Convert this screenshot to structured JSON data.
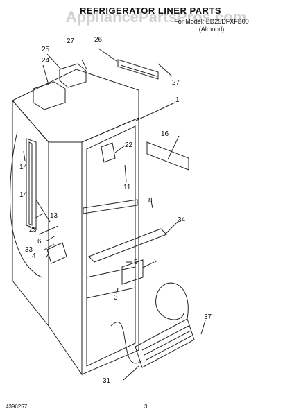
{
  "header": {
    "title": "REFRIGERATOR LINER PARTS",
    "model_line": "For Model: ED25DFXFB00",
    "variant": "(Almond)"
  },
  "watermark": "AppliancePartsPros.com",
  "footer": {
    "doc_number": "4396257",
    "page": "3"
  },
  "callouts": [
    "1",
    "2",
    "3",
    "4",
    "5",
    "6",
    "8",
    "11",
    "13",
    "14",
    "14",
    "16",
    "22",
    "24",
    "25",
    "26",
    "27",
    "27",
    "29",
    "31",
    "33",
    "34",
    "37"
  ]
}
